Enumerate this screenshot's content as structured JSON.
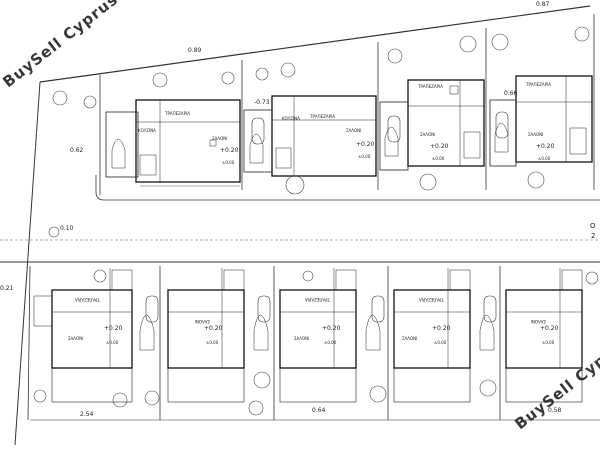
{
  "watermark": {
    "text": "BuySell Cyprus"
  },
  "levels": {
    "top_left": "0.89",
    "top_right": "0.87",
    "upper_mid": "-0.73",
    "upper_right": "0.66",
    "road_left": "0.62",
    "road_mid": "0.10",
    "left_edge": "0.21",
    "bottom_left": "2.54",
    "bottom_mid": "0.64",
    "bottom_right": "0.58",
    "edge_right_a": "O",
    "edge_right_b": "2"
  },
  "rooms": {
    "living": "ΣΑΛΟΝΙ",
    "dining": "ΤΡΑΠΕΖΑΡΙΑ",
    "kitchen": "ΚΟΥΖΙΝΑ",
    "living_rotated": "ΣΑΛΟΝΙ",
    "dining_rotated": "ΤΡΑΠΕΖΑΡΙΑ"
  },
  "marks": {
    "floor_level": "+0.20",
    "ground_level": "±0.00"
  }
}
